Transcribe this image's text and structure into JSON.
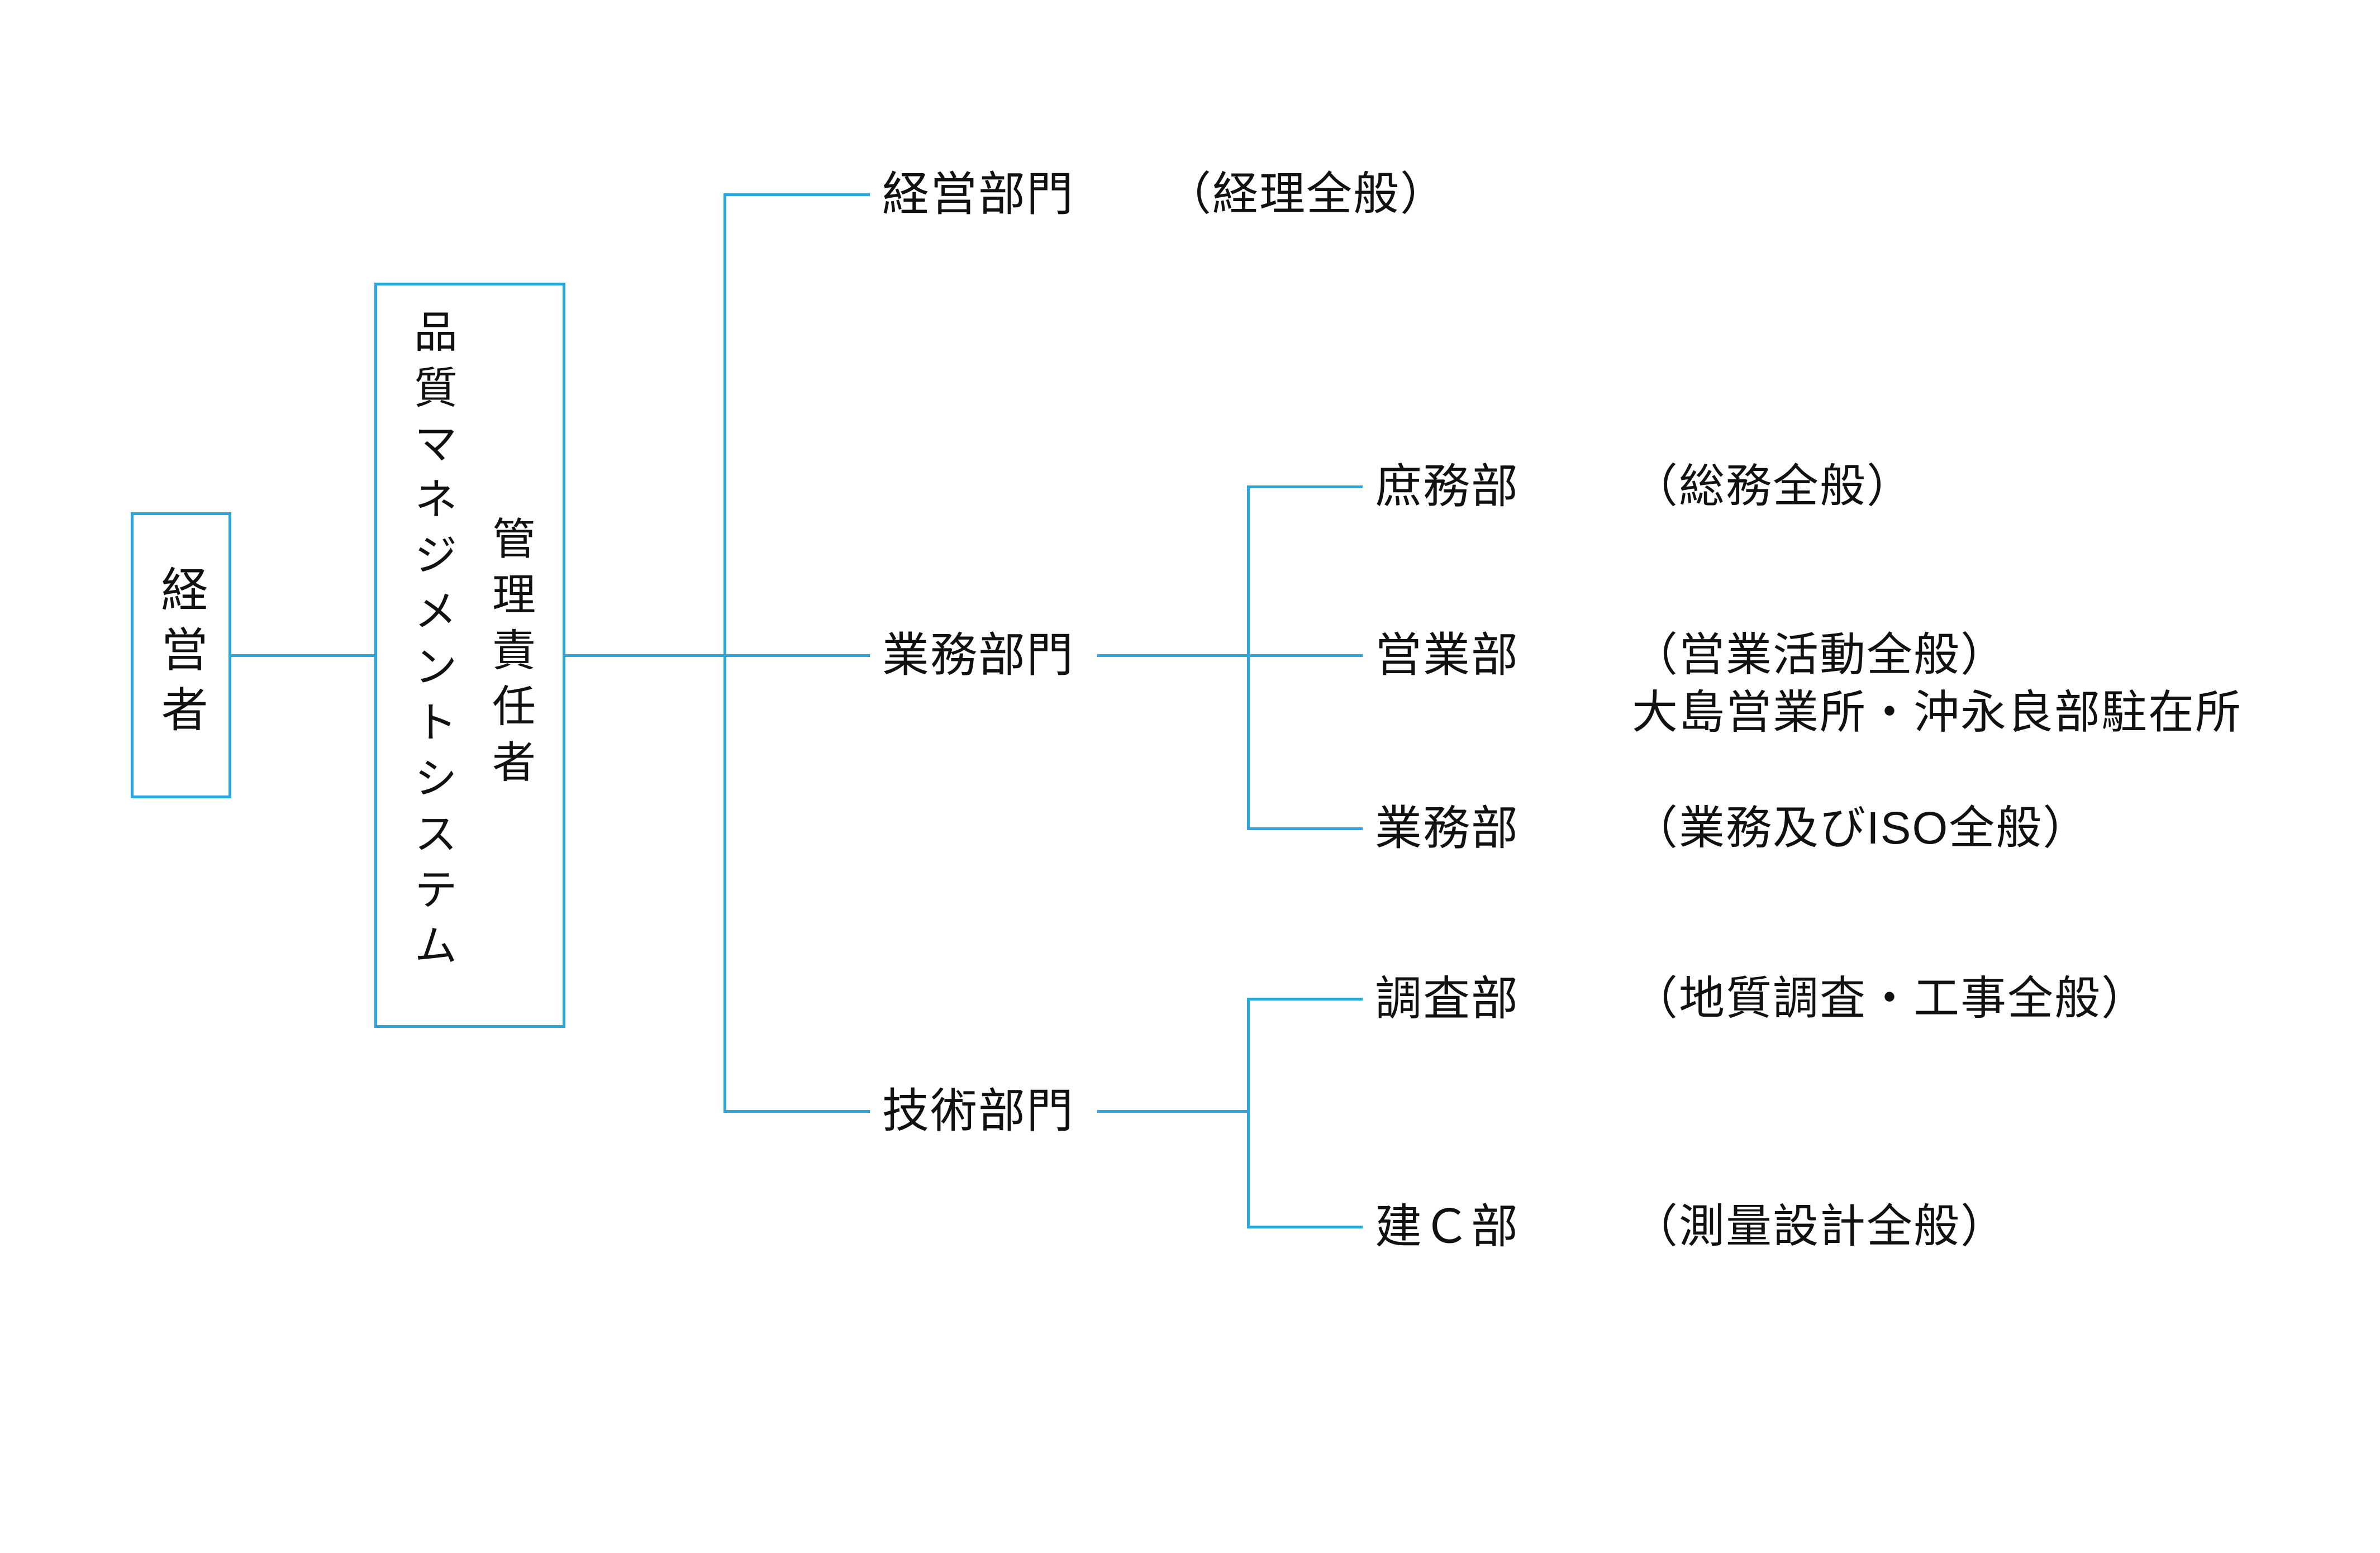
{
  "accent_color": "#2BA7DF",
  "nodes": {
    "root_label": "経営者",
    "manager_primary": "品質マネジメントシステム",
    "manager_secondary": "管理責任者"
  },
  "divisions": [
    {
      "label": "経営部門",
      "note": "（経理全般）"
    },
    {
      "label": "業務部門",
      "note": ""
    },
    {
      "label": "技術部門",
      "note": ""
    }
  ],
  "departments": [
    {
      "label": "庶務部",
      "note": "（総務全般）",
      "note2": ""
    },
    {
      "label": "営業部",
      "note": "（営業活動全般）",
      "note2": "大島営業所・沖永良部駐在所"
    },
    {
      "label": "業務部",
      "note": "（業務及びISO全般）",
      "note2": ""
    },
    {
      "label": "調査部",
      "note": "（地質調査・工事全般）",
      "note2": ""
    },
    {
      "label": "建Ｃ部",
      "note": "（測量設計全般）",
      "note2": ""
    }
  ]
}
